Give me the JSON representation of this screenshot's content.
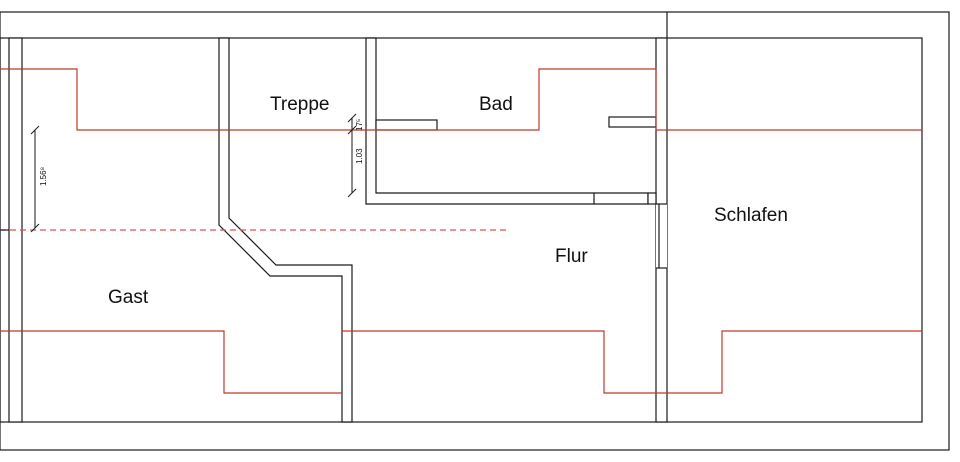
{
  "rooms": {
    "treppe": "Treppe",
    "bad": "Bad",
    "schlafen": "Schlafen",
    "flur": "Flur",
    "gast": "Gast"
  },
  "dimensions": {
    "left_height": "1.56⁸",
    "stair_height": "1.03",
    "stair_top": "17⁵"
  },
  "colors": {
    "walls": "#1a1a1a",
    "roof_lines": "#c0392b",
    "dashed_line": "#d9534f"
  }
}
